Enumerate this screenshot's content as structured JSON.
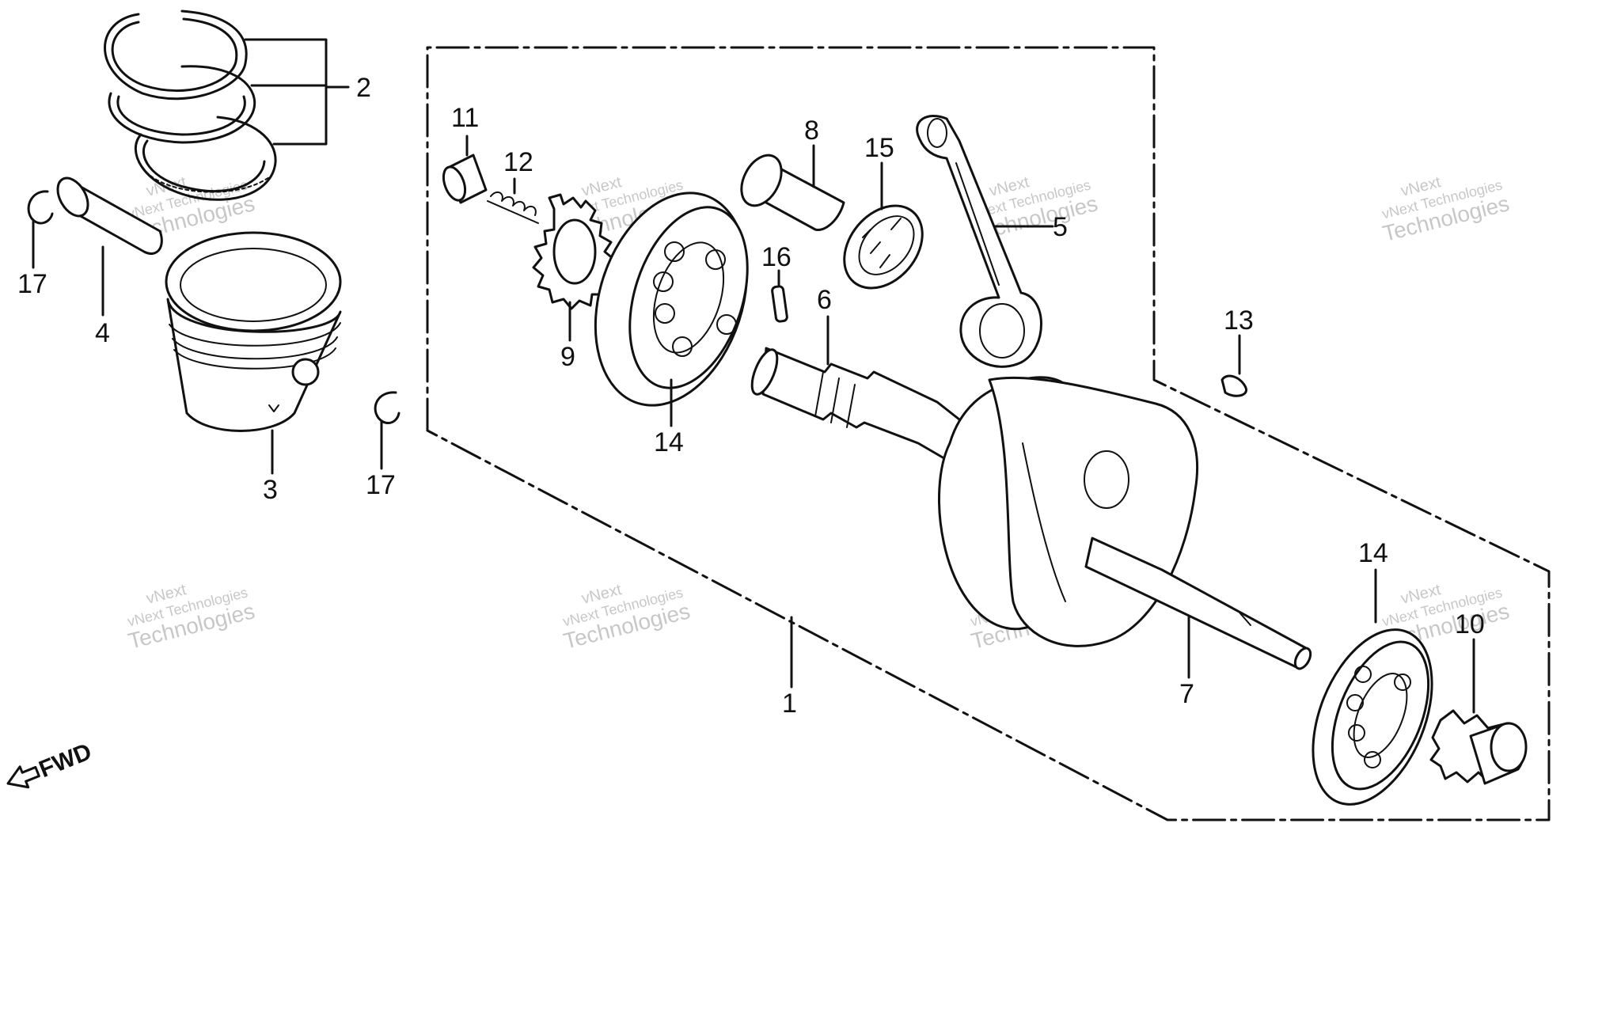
{
  "callouts": [
    "1",
    "2",
    "3",
    "4",
    "5",
    "6",
    "7",
    "8",
    "9",
    "10",
    "11",
    "12",
    "13",
    "14",
    "14",
    "15",
    "16",
    "17",
    "17"
  ],
  "fwd_label": "FWD",
  "watermark": {
    "line1": "vNext Technologies",
    "line2": "Technologies",
    "line3": "vNext"
  },
  "colors": {
    "line": "#111111",
    "background": "#ffffff",
    "watermark": "#9a9a9a"
  }
}
